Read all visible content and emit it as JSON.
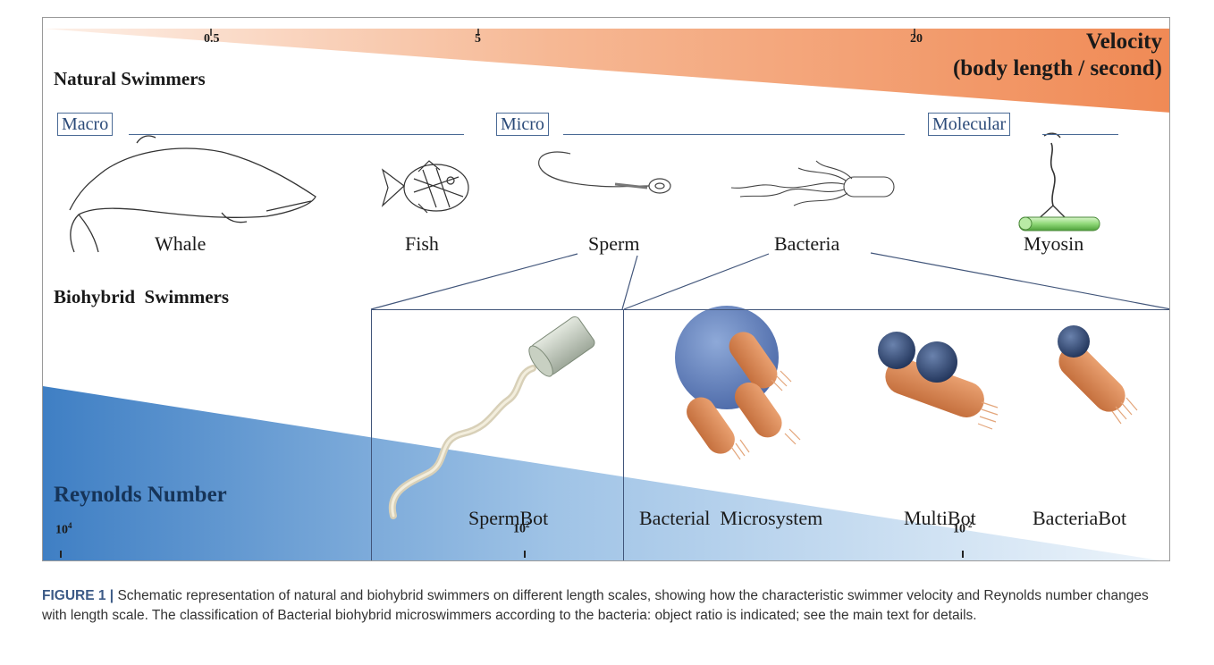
{
  "velocity_axis": {
    "ticks": [
      "0.5",
      "5",
      "20"
    ],
    "title_line1": "Velocity",
    "title_line2": "(body length / second)"
  },
  "natural_swimmers": {
    "heading": "Natural Swimmers",
    "scales": [
      "Macro",
      "Micro",
      "Molecular"
    ],
    "organisms": [
      "Whale",
      "Fish",
      "Sperm",
      "Bacteria",
      "Myosin"
    ]
  },
  "biohybrid_swimmers": {
    "heading": "Biohybrid  Swimmers",
    "items": [
      "SpermBot",
      "Bacterial  Microsystem",
      "MultiBot",
      "BacteriaBot"
    ]
  },
  "reynolds_axis": {
    "title": "Reynolds Number",
    "ticks": [
      {
        "base": "10",
        "exp": "4"
      },
      {
        "base": "10",
        "exp": "2"
      },
      {
        "base": "10",
        "exp": "-2"
      }
    ]
  },
  "colors": {
    "velocity_gradient_start": "#fde9de",
    "velocity_gradient_end": "#f08a55",
    "reynolds_gradient_start": "#3f7fc4",
    "reynolds_gradient_end": "#e6f1fa",
    "bacteria_body": "#d98a55",
    "bead_blue": "#3d5a8c",
    "caption_accent": "#3c5a86"
  },
  "caption": {
    "label": "FIGURE 1 |",
    "text": " Schematic representation of natural and biohybrid swimmers on different length scales, showing how the characteristic swimmer velocity and Reynolds number changes with length scale. The classification of Bacterial biohybrid microswimmers according to the bacteria: object ratio is indicated; see the main text for details."
  }
}
